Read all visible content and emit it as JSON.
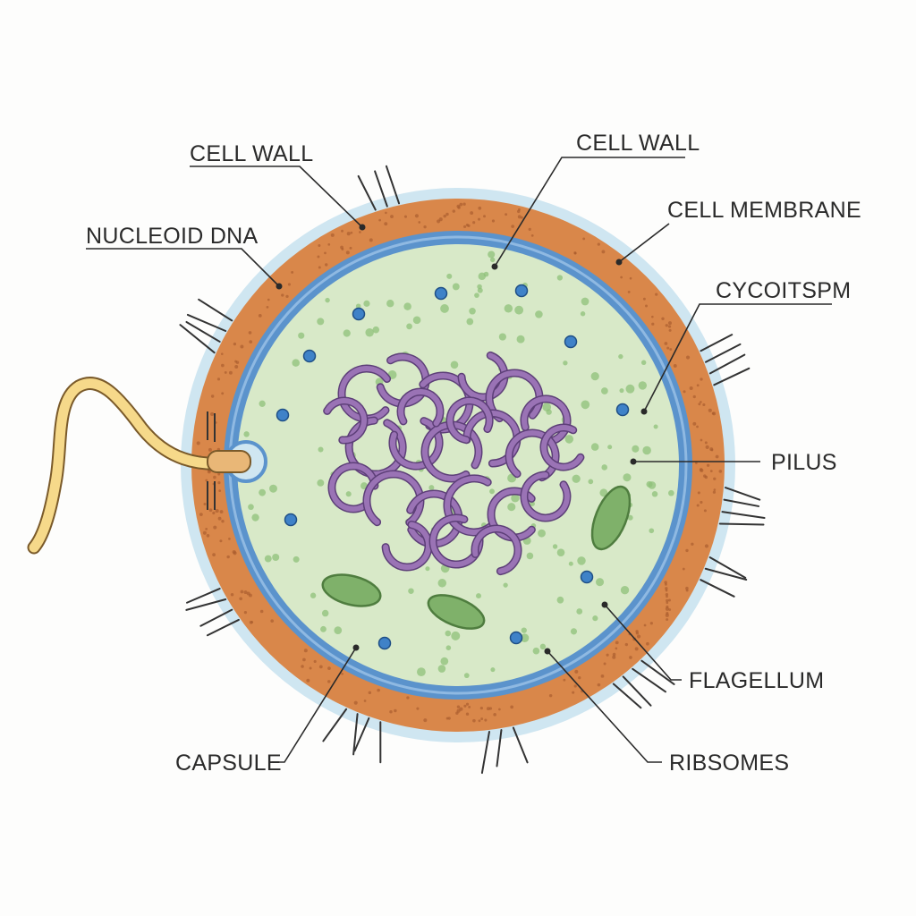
{
  "colors": {
    "background": "#fdfdfc",
    "capsule": "#cfe6f1",
    "cell_wall": "#d9874a",
    "cell_wall_speckle": "#a85a2c",
    "membrane": "#5b93cc",
    "cytoplasm": "#d8e9c8",
    "granule": "#8fc07a",
    "ribosome": "#3f82c8",
    "nucleoid": "#9a73b5",
    "plasmid_body": "#7fb16a",
    "flagellum": "#f6d98a",
    "pili": "#333333"
  },
  "labels": {
    "cell_wall_left": "CELL WALL",
    "nucleoid_dna": "NUCLEOID DNA",
    "cell_wall_top": "CELL WALL",
    "cell_membrane": "CELL MEMBRANE",
    "cytoplasm": "CYCOITSPM",
    "pilus": "PILUS",
    "flagellum": "FLAGELLUM",
    "ribosomes": "RIBSOMES",
    "capsule": "CAPSULE"
  }
}
